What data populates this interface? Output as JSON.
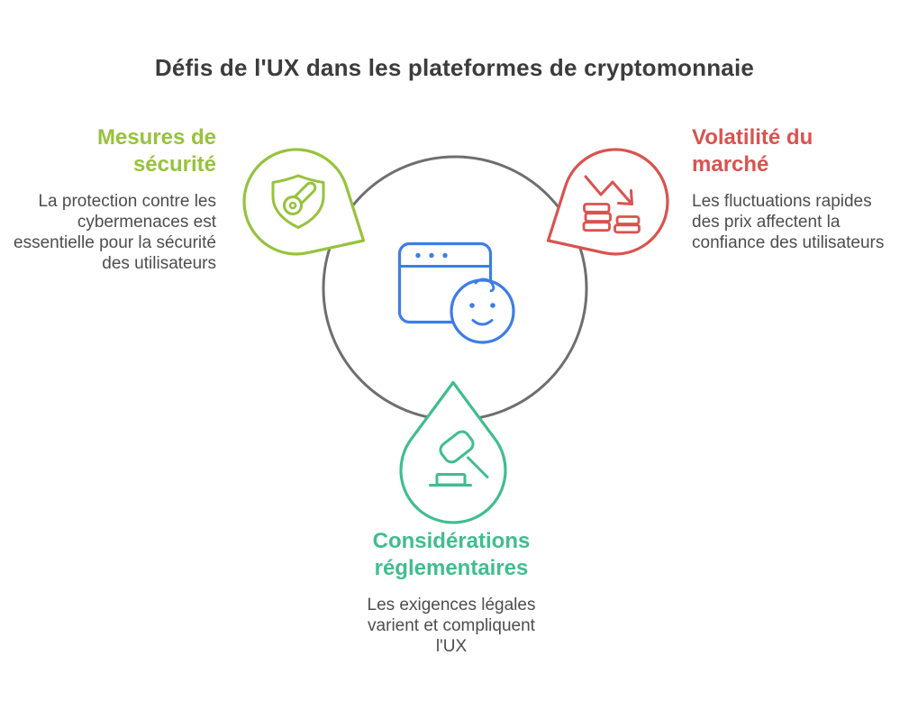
{
  "title": "Défis de l'UX dans les plateformes de cryptomonnaie",
  "palette": {
    "green": "#97c23d",
    "red": "#d9534f",
    "teal": "#40bd8e",
    "blue": "#3e7de7",
    "gray": "#6e6e6e",
    "title_text": "#3c3c3c",
    "body_text": "#4d4d4d"
  },
  "center": {
    "icon": "browser-user-icon"
  },
  "nodes": {
    "security": {
      "heading": "Mesures de sécurité",
      "body": "La protection contre les cybermenaces est essentielle pour la sécurité des utilisateurs",
      "color": "#97c23d",
      "icon": "shield-key-icon"
    },
    "volatility": {
      "heading": "Volatilité du marché",
      "body": "Les fluctuations rapides des prix affectent la confiance des utilisateurs",
      "color": "#d9534f",
      "icon": "coins-decline-icon"
    },
    "regulatory": {
      "heading": "Considérations réglementaires",
      "body": "Les exigences légales varient et compliquent l'UX",
      "color": "#40bd8e",
      "icon": "gavel-icon"
    }
  }
}
